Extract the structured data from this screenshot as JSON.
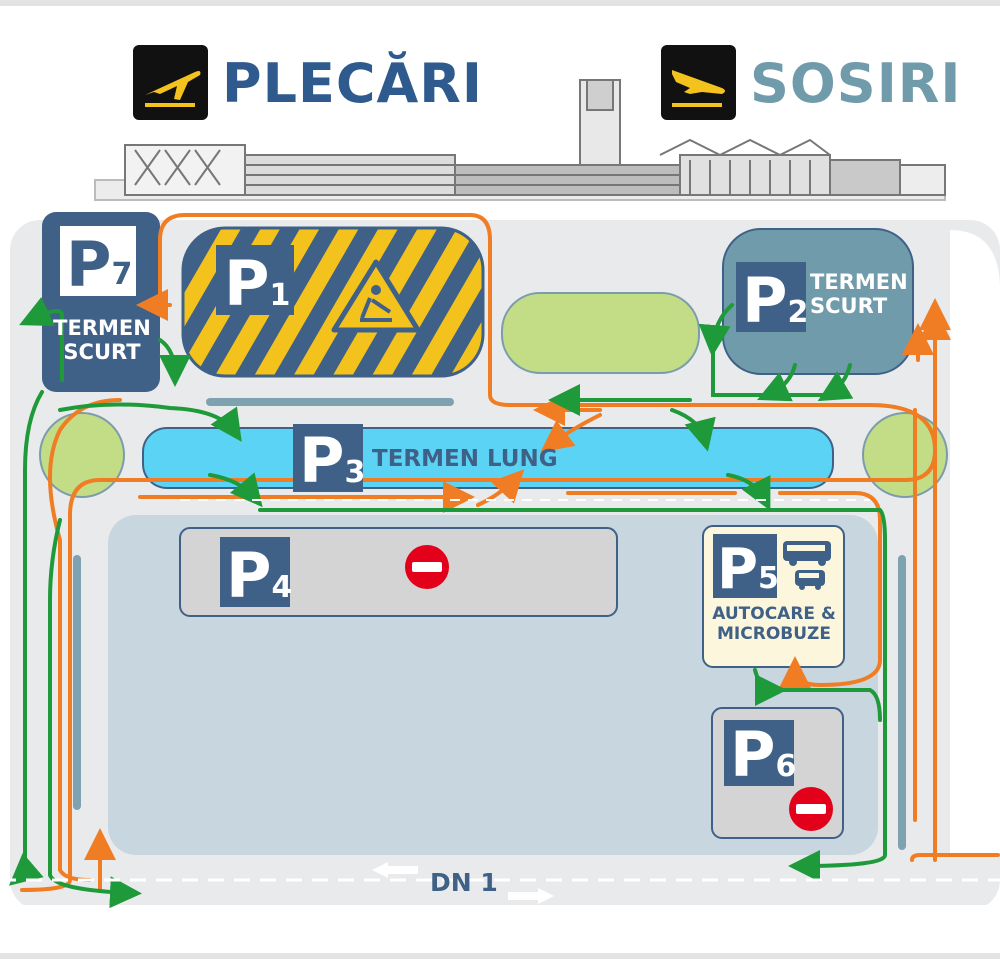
{
  "header": {
    "departures_label": "PLECĂRI",
    "arrivals_label": "SOSIRI",
    "departures_color": "#2e5a8e",
    "arrivals_color": "#6f9bab",
    "departures_icon": "plane-takeoff-icon",
    "arrivals_icon": "plane-landing-icon"
  },
  "colors": {
    "road": "#e9eaeb",
    "parking_blue": "#3f6187",
    "term_scurt_teal": "#6f9bab",
    "term_lung_blue": "#5bd3f4",
    "green_island": "#c3dc86",
    "route_orange": "#f07d24",
    "route_green": "#1f9a3b",
    "construction_yellow": "#f4c21d",
    "no_entry_red": "#e2001a",
    "bus_bg": "#fcf7dc"
  },
  "parkings": {
    "p1": {
      "letter": "P",
      "number": "1",
      "status": "construction",
      "icon": "road-works-icon"
    },
    "p2": {
      "letter": "P",
      "number": "2",
      "label_line1": "TERMEN",
      "label_line2": "SCURT"
    },
    "p3": {
      "letter": "P",
      "number": "3",
      "label": "TERMEN LUNG"
    },
    "p4": {
      "letter": "P",
      "number": "4",
      "status": "closed",
      "icon": "no-entry-icon"
    },
    "p5": {
      "letter": "P",
      "number": "5",
      "label_line1": "AUTOCARE &",
      "label_line2": "MICROBUZE",
      "icons": [
        "bus-icon",
        "minibus-icon"
      ]
    },
    "p6": {
      "letter": "P",
      "number": "6",
      "status": "closed",
      "icon": "no-entry-icon"
    },
    "p7": {
      "letter": "P",
      "number": "7",
      "label_line1": "TERMEN",
      "label_line2": "SCURT"
    }
  },
  "road": {
    "name": "DN 1"
  },
  "terminal": {
    "icon": "terminal-building-icon"
  }
}
